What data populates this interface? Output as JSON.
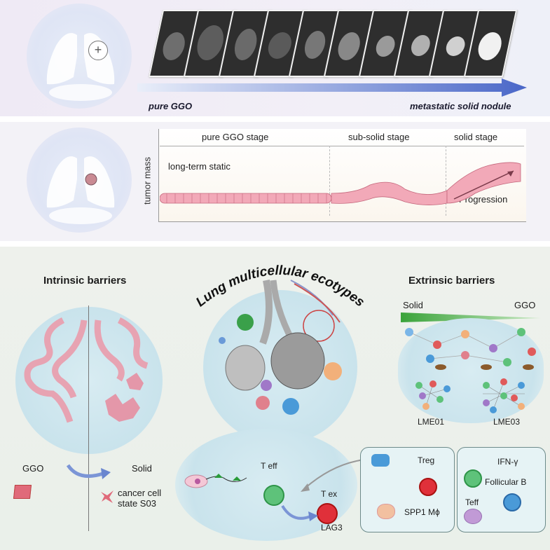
{
  "top": {
    "left_label": "pure GGO",
    "right_label": "metastatic solid nodule",
    "plus_symbol": "+"
  },
  "mid": {
    "y_axis_label": "tumor mass",
    "stages": [
      "pure GGO stage",
      "sub-solid stage",
      "solid stage"
    ],
    "static_label": "long-term static",
    "progression_label": "Progression"
  },
  "bottom": {
    "intrinsic_title": "Intrinsic barriers",
    "ecotypes_title": "Lung multicellular ecotypes",
    "extrinsic_title": "Extrinsic barriers",
    "gradient_left": "Solid",
    "gradient_right": "GGO",
    "lme_left": "LME01",
    "lme_right": "LME03",
    "ggo_label": "GGO",
    "solid_label": "Solid",
    "cancer_cell_state": "cancer cell\nstate S03",
    "t_eff": "T eff",
    "t_ex": "T ex",
    "lag3": "LAG3",
    "treg": "Treg",
    "spp1": "SPP1 Mϕ",
    "ifn": "IFN-γ",
    "follicular_b": "Follicular B",
    "teff2": "Teff"
  },
  "colors": {
    "arrow_gradient_start": "#e9eef9",
    "arrow_gradient_end": "#4a67c8",
    "cell_pink": "#f2a9b8",
    "extrinsic_green": "#3aa33a"
  }
}
